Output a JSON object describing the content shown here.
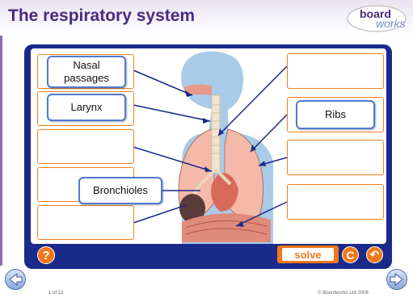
{
  "header": {
    "title": "The respiratory system"
  },
  "logo": {
    "word1": "board",
    "word2": "works"
  },
  "labels": {
    "nasal": [
      "Nasal",
      "passages"
    ],
    "larynx": "Larynx",
    "bronchioles": "Bronchioles",
    "ribs": "Ribs"
  },
  "controls": {
    "help": "?",
    "solve": "solve",
    "reset": "C",
    "undo": "↶"
  },
  "footer": {
    "page": "1 of 13",
    "copyright": "© Boardworks Ltd 2006"
  },
  "colors": {
    "panel": "#1a2a8a",
    "accent": "#f07818",
    "label_border": "#4f7ad0",
    "title": "#4a2a80"
  }
}
